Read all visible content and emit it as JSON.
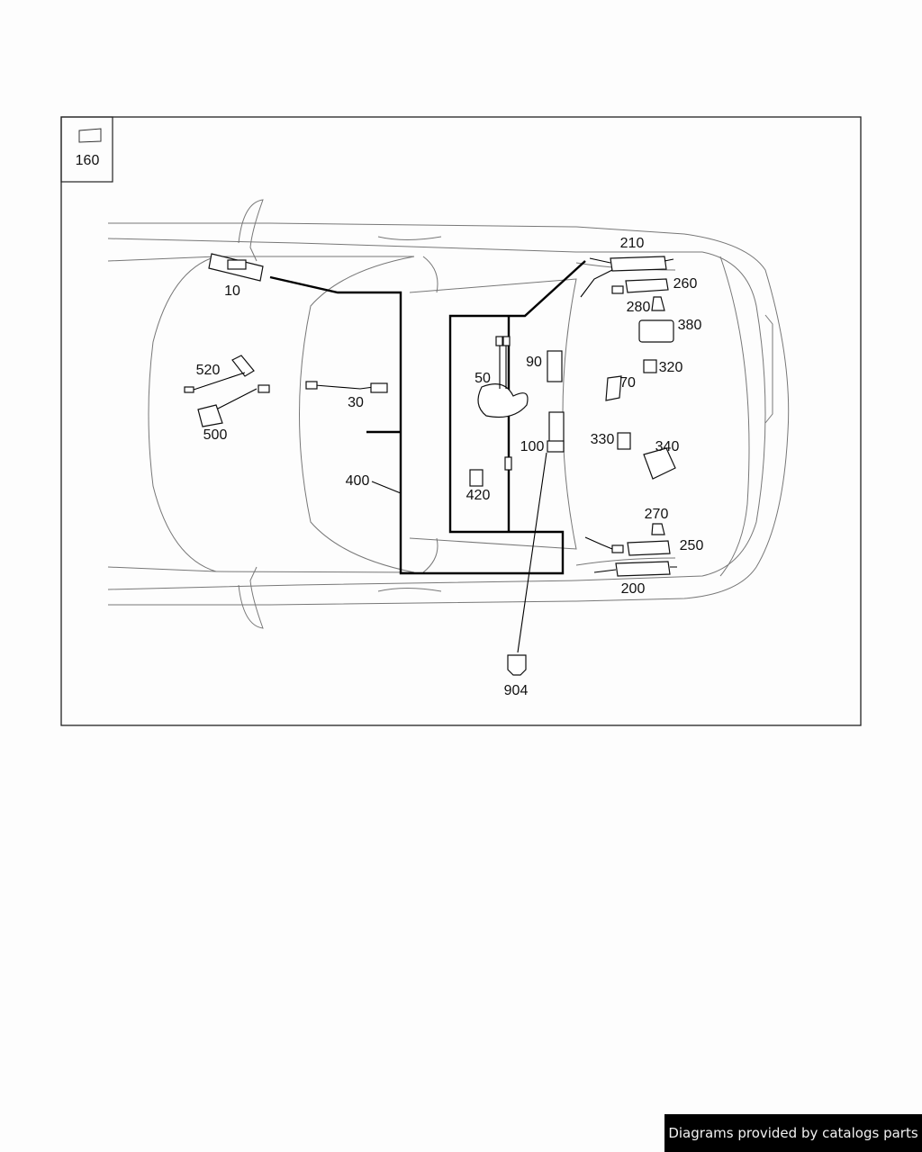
{
  "legend_box": {
    "label": "160",
    "icon": "part-rectangle-icon"
  },
  "parts": [
    "10",
    "210",
    "260",
    "280",
    "380",
    "90",
    "320",
    "520",
    "50",
    "70",
    "30",
    "500",
    "330",
    "340",
    "100",
    "400",
    "420",
    "270",
    "250",
    "200",
    "904"
  ],
  "footer": {
    "text": "Diagrams provided by catalogs parts"
  }
}
